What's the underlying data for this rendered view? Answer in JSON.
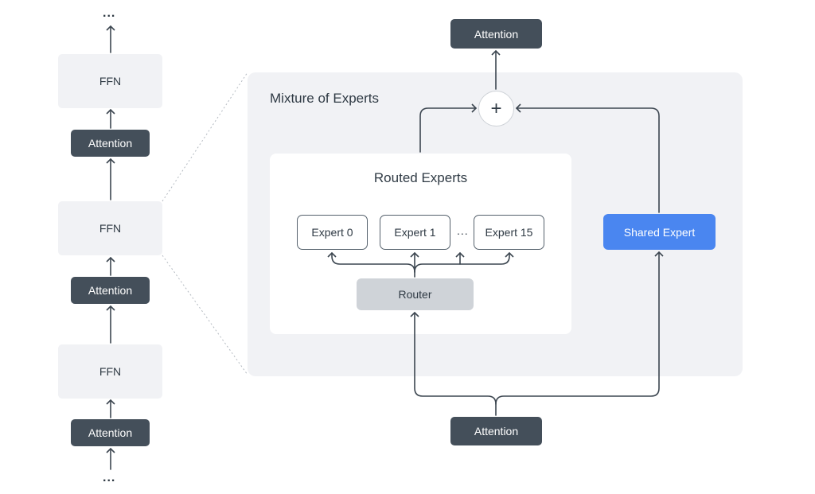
{
  "stack": {
    "top_dots": "...",
    "bottom_dots": "...",
    "blocks": [
      {
        "label": "FFN"
      },
      {
        "label": "Attention"
      },
      {
        "label": "FFN"
      },
      {
        "label": "Attention"
      },
      {
        "label": "FFN"
      },
      {
        "label": "Attention"
      }
    ]
  },
  "moe": {
    "title": "Mixture of Experts",
    "routed_title": "Routed Experts",
    "experts": [
      "Expert 0",
      "Expert 1",
      "Expert 15"
    ],
    "ellipsis": "...",
    "router": "Router",
    "shared": "Shared Expert",
    "plus": "+",
    "attention_top": "Attention",
    "attention_bottom": "Attention"
  },
  "colors": {
    "dark_block": "#444f5a",
    "light_block": "#f1f2f5",
    "shared_expert": "#4a86f0",
    "router": "#cfd3d8",
    "line": "#3c4650"
  }
}
